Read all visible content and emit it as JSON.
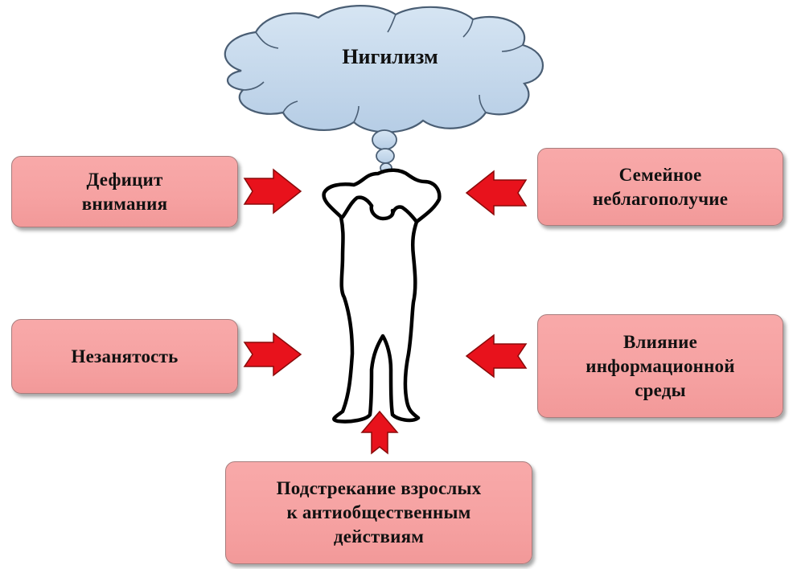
{
  "diagram": {
    "cloud_title": "Нигилизм",
    "boxes": {
      "deficit": "Дефицит\nвнимания",
      "family": "Семейное\nнеблагополучие",
      "unemployment": "Незанятость",
      "media": "Влияние\nинформационной\nсреды",
      "incitement": "Подстрекание взрослых\nк антиобщественным\nдействиям"
    }
  },
  "colors": {
    "box_fill": "#f6a2a2",
    "cloud_fill": "#c4d8ec",
    "arrow_fill": "#e8121c"
  },
  "icons": [
    "cloud-icon",
    "thought-bubble-icon",
    "stressed-person-icon",
    "right-arrow-icon",
    "left-arrow-icon",
    "up-arrow-icon"
  ]
}
